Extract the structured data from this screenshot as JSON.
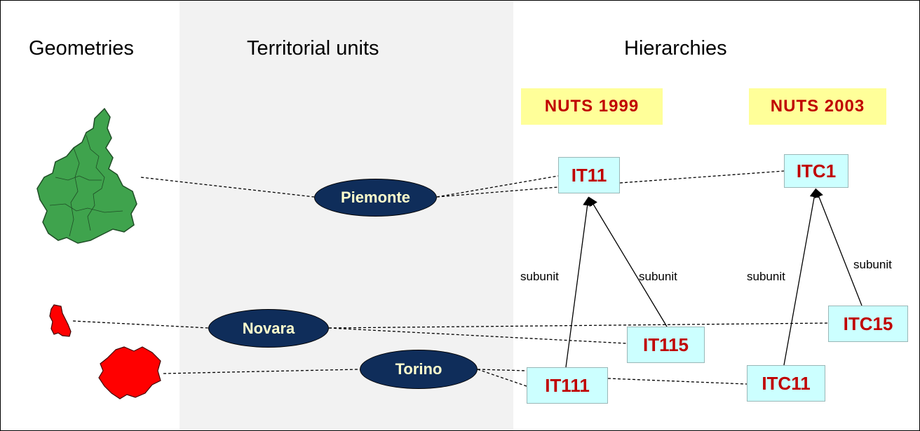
{
  "headers": {
    "geometries": "Geometries",
    "territorial_units": "Territorial units",
    "hierarchies": "Hierarchies"
  },
  "hierarchies": {
    "nuts_1999": "NUTS 1999",
    "nuts_2003": "NUTS 2003"
  },
  "territorial_units": [
    {
      "id": "piemonte",
      "label": "Piemonte"
    },
    {
      "id": "novara",
      "label": "Novara"
    },
    {
      "id": "torino",
      "label": "Torino"
    }
  ],
  "codes": {
    "it11": "IT11",
    "it115": "IT115",
    "it111": "IT111",
    "itc1": "ITC1",
    "itc15": "ITC15",
    "itc11": "ITC11"
  },
  "relations": {
    "subunit": "subunit"
  },
  "colors": {
    "band": "#f2f2f2",
    "ellipse_fill": "#0f2d5a",
    "ellipse_text": "#ffffcc",
    "code_fill": "#ccffff",
    "code_text": "#c00000",
    "nuts_label_fill": "#ffff99",
    "piemonte_map": "#3fa34d",
    "province_map": "#ff0000"
  }
}
